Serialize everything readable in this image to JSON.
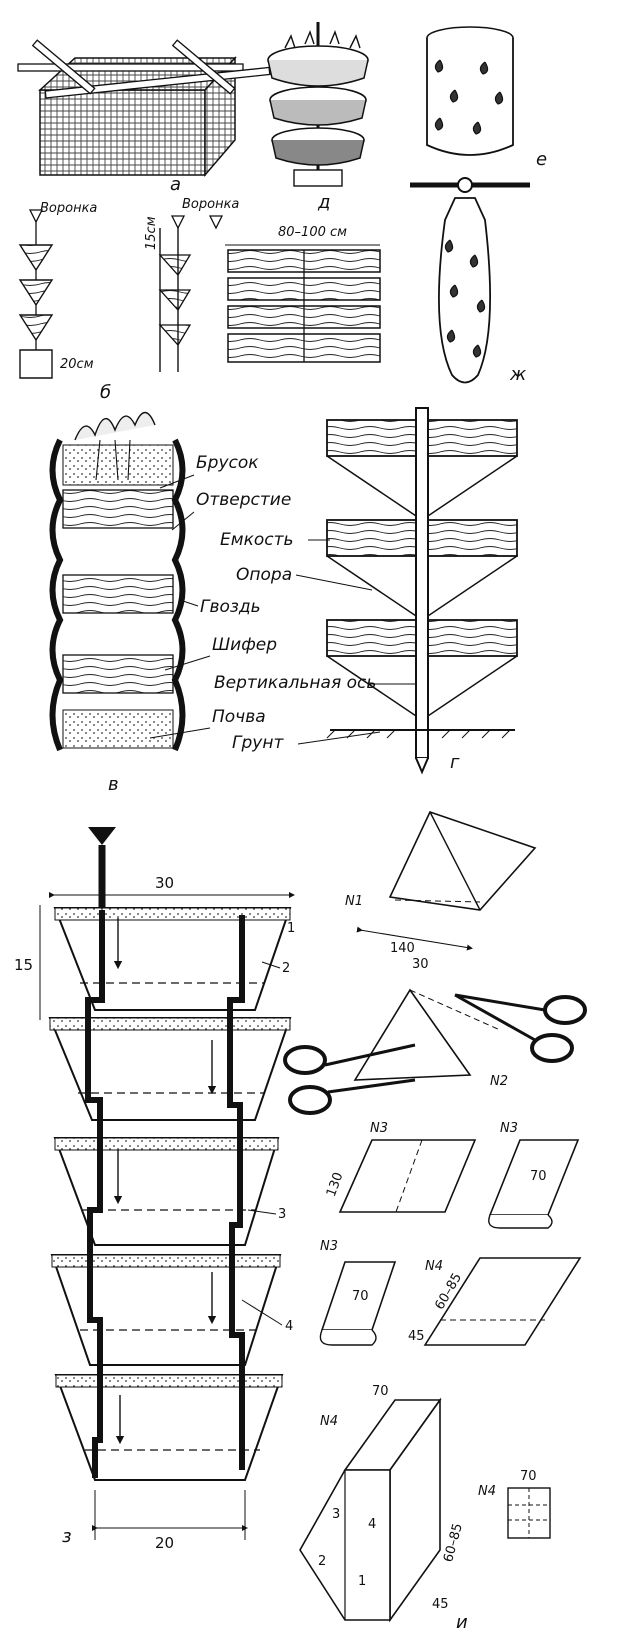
{
  "panels": {
    "a": {
      "letter": "а"
    },
    "b": {
      "letter": "б",
      "funnel_1": "Воронка",
      "funnel_2": "Воронка",
      "dim_15": "15см",
      "dim_20": "20см",
      "dim_80_100": "80–100 см"
    },
    "v": {
      "letter": "в",
      "labels": [
        "Брусок",
        "Отверстие",
        "Гвоздь",
        "Шифер",
        "Почва"
      ]
    },
    "g": {
      "letter": "г",
      "labels": [
        "Емкость",
        "Опора",
        "Вертикальная ось",
        "Грунт"
      ]
    },
    "d": {
      "letter": "д"
    },
    "e": {
      "letter": "е"
    },
    "zh": {
      "letter": "ж"
    },
    "z": {
      "letter": "з",
      "dim_top": "30",
      "dim_side": "15",
      "dim_bottom": "20",
      "callouts": [
        "1",
        "2",
        "3",
        "4"
      ]
    },
    "i": {
      "letter": "и",
      "step1": {
        "tag": "N1",
        "dim": "140"
      },
      "step2": {
        "tag": "N2",
        "dim": "30"
      },
      "step3a": {
        "tag": "N3",
        "dim": "130"
      },
      "step3b": {
        "tag": "N3",
        "dim": "70"
      },
      "step3c": {
        "tag": "N3",
        "dim": "70"
      },
      "step4a": {
        "tag": "N4",
        "dim_a": "60–85",
        "dim_b": "45"
      },
      "step4b": {
        "tag": "N4",
        "dim_a": "70",
        "dim_b": "60–85",
        "dim_c": "45",
        "parts": [
          "1",
          "2",
          "3",
          "4"
        ]
      },
      "step4c": {
        "tag": "N4",
        "dim": "70"
      }
    }
  },
  "colors": {
    "ink": "#111111",
    "paper": "#ffffff",
    "soil": "#555555",
    "wood": "#333333"
  }
}
